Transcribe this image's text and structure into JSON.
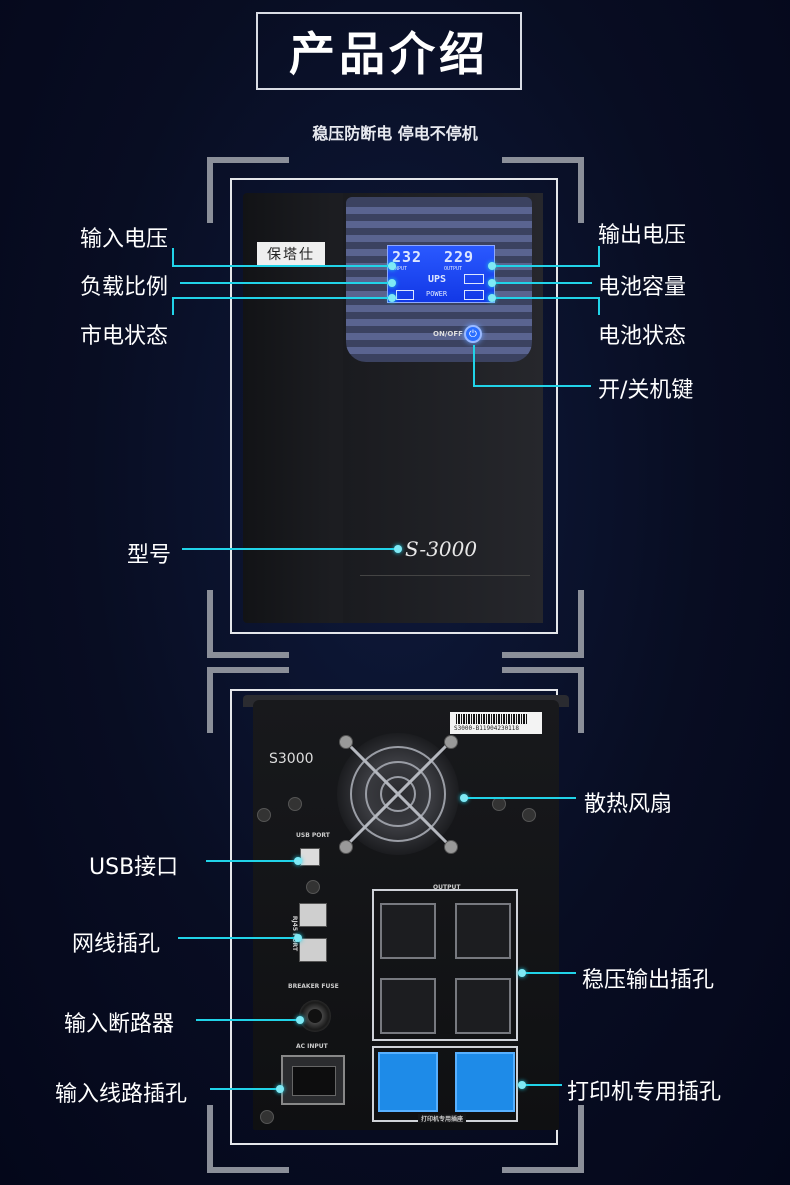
{
  "header": {
    "title": "产品介绍",
    "subtitle": "稳压防断电  停电不停机"
  },
  "front": {
    "brand": "保塔仕",
    "model": "S-3000",
    "lcd": {
      "input_value": "232",
      "output_value": "229",
      "input_label": "INPUT",
      "output_label": "OUTPUT",
      "ups_label": "UPS",
      "power_label": "POWER"
    },
    "onoff_label": "ON/OFF",
    "annotations": {
      "input_voltage": "输入电压",
      "load_ratio": "负载比例",
      "mains_status": "市电状态",
      "output_voltage": "输出电压",
      "battery_capacity": "电池容量",
      "battery_status": "电池状态",
      "power_key": "开/关机键",
      "model": "型号"
    }
  },
  "back": {
    "model": "S3000",
    "serial": "S3000-B11904230118",
    "labels": {
      "usb_port": "USB PORT",
      "rj45_port": "RJ45 PORT",
      "breaker_fuse": "BREAKER FUSE",
      "ac_input": "AC INPUT",
      "output": "OUTPUT",
      "printer_socket": "打印机专用插座"
    },
    "annotations": {
      "cooling_fan": "散热风扇",
      "usb": "USB接口",
      "network": "网线插孔",
      "breaker": "输入断路器",
      "input_line": "输入线路插孔",
      "stabilized_output": "稳压输出插孔",
      "printer_output": "打印机专用插孔"
    }
  },
  "colors": {
    "accent": "#21d3e8",
    "background": "#0a1230",
    "lcd": "#1f4cff"
  }
}
